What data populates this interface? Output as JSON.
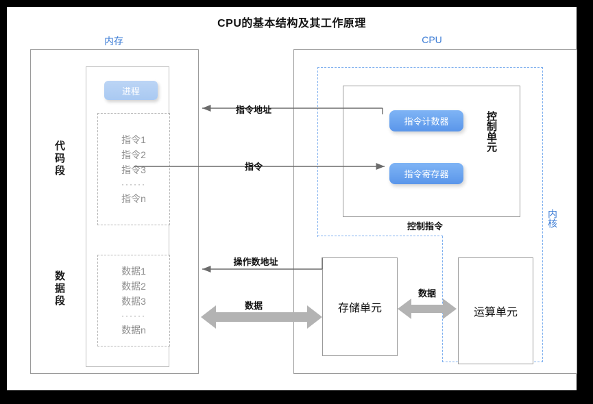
{
  "title": "CPU的基本结构及其工作原理",
  "memory": {
    "label": "内存",
    "process_badge": "进程",
    "code_segment": {
      "label": "代码段",
      "items": [
        "指令1",
        "指令2",
        "指令3"
      ],
      "ellipsis": "······",
      "last": "指令n"
    },
    "data_segment": {
      "label": "数据段",
      "items": [
        "数据1",
        "数据2",
        "数据3"
      ],
      "ellipsis": "······",
      "last": "数据n"
    }
  },
  "cpu": {
    "label": "CPU",
    "kernel_label": "内核",
    "control_unit": {
      "label": "控制单元",
      "registers": [
        "指令计数器",
        "指令寄存器"
      ],
      "caption": "控制指令"
    },
    "storage_unit": "存储单元",
    "alu_unit": "运算单元"
  },
  "arrows": {
    "instruction_address": "指令地址",
    "instruction": "指令",
    "operand_address": "操作数地址",
    "data_left": "数据",
    "data_middle": "数据"
  },
  "colors": {
    "accent_blue": "#3a7bd5",
    "kernel_dash": "#7fb0ef",
    "pill_blue": "#5a96ea",
    "process_badge": "#a9c9f2",
    "gray_arrow": "#b3b3b3",
    "box_border": "#9a9a9a"
  }
}
